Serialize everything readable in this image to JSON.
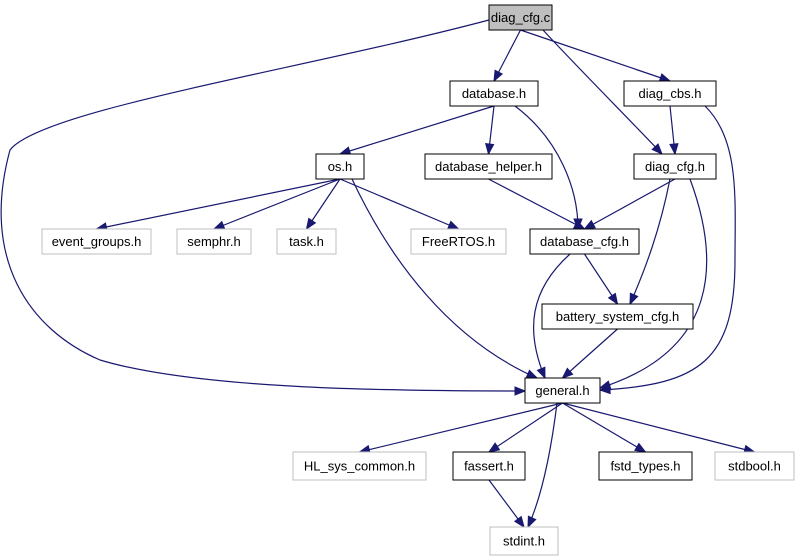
{
  "nodes": [
    {
      "id": "diag_cfg_c",
      "label": "diag_cfg.c",
      "kind": "root"
    },
    {
      "id": "database_h",
      "label": "database.h",
      "kind": "normal"
    },
    {
      "id": "diag_cbs_h",
      "label": "diag_cbs.h",
      "kind": "normal"
    },
    {
      "id": "os_h",
      "label": "os.h",
      "kind": "normal"
    },
    {
      "id": "database_helper_h",
      "label": "database_helper.h",
      "kind": "normal"
    },
    {
      "id": "diag_cfg_h",
      "label": "diag_cfg.h",
      "kind": "normal"
    },
    {
      "id": "event_groups_h",
      "label": "event_groups.h",
      "kind": "external"
    },
    {
      "id": "semphr_h",
      "label": "semphr.h",
      "kind": "external"
    },
    {
      "id": "task_h",
      "label": "task.h",
      "kind": "external"
    },
    {
      "id": "freertos_h",
      "label": "FreeRTOS.h",
      "kind": "external"
    },
    {
      "id": "database_cfg_h",
      "label": "database_cfg.h",
      "kind": "normal"
    },
    {
      "id": "battery_system_cfg_h",
      "label": "battery_system_cfg.h",
      "kind": "normal"
    },
    {
      "id": "general_h",
      "label": "general.h",
      "kind": "normal"
    },
    {
      "id": "hl_sys_common_h",
      "label": "HL_sys_common.h",
      "kind": "external"
    },
    {
      "id": "fassert_h",
      "label": "fassert.h",
      "kind": "normal"
    },
    {
      "id": "fstd_types_h",
      "label": "fstd_types.h",
      "kind": "normal"
    },
    {
      "id": "stdbool_h",
      "label": "stdbool.h",
      "kind": "external"
    },
    {
      "id": "stdint_h",
      "label": "stdint.h",
      "kind": "external"
    }
  ],
  "edges": [
    {
      "from": "diag_cfg_c",
      "to": "database_h"
    },
    {
      "from": "diag_cfg_c",
      "to": "diag_cbs_h"
    },
    {
      "from": "diag_cfg_c",
      "to": "diag_cfg_h"
    },
    {
      "from": "diag_cfg_c",
      "to": "general_h"
    },
    {
      "from": "database_h",
      "to": "os_h"
    },
    {
      "from": "database_h",
      "to": "database_helper_h"
    },
    {
      "from": "database_h",
      "to": "database_cfg_h"
    },
    {
      "from": "diag_cbs_h",
      "to": "diag_cfg_h"
    },
    {
      "from": "diag_cbs_h",
      "to": "general_h"
    },
    {
      "from": "os_h",
      "to": "event_groups_h"
    },
    {
      "from": "os_h",
      "to": "semphr_h"
    },
    {
      "from": "os_h",
      "to": "task_h"
    },
    {
      "from": "os_h",
      "to": "freertos_h"
    },
    {
      "from": "os_h",
      "to": "general_h"
    },
    {
      "from": "database_helper_h",
      "to": "database_cfg_h"
    },
    {
      "from": "diag_cfg_h",
      "to": "database_cfg_h"
    },
    {
      "from": "diag_cfg_h",
      "to": "battery_system_cfg_h"
    },
    {
      "from": "diag_cfg_h",
      "to": "general_h"
    },
    {
      "from": "database_cfg_h",
      "to": "battery_system_cfg_h"
    },
    {
      "from": "database_cfg_h",
      "to": "general_h"
    },
    {
      "from": "battery_system_cfg_h",
      "to": "general_h"
    },
    {
      "from": "general_h",
      "to": "hl_sys_common_h"
    },
    {
      "from": "general_h",
      "to": "fassert_h"
    },
    {
      "from": "general_h",
      "to": "fstd_types_h"
    },
    {
      "from": "general_h",
      "to": "stdbool_h"
    },
    {
      "from": "general_h",
      "to": "stdint_h"
    },
    {
      "from": "fassert_h",
      "to": "stdint_h"
    }
  ],
  "colors": {
    "edge": "#191970",
    "root_fill": "#bfbfbf",
    "border": "#000000",
    "external_border": "#bfbfbf"
  }
}
